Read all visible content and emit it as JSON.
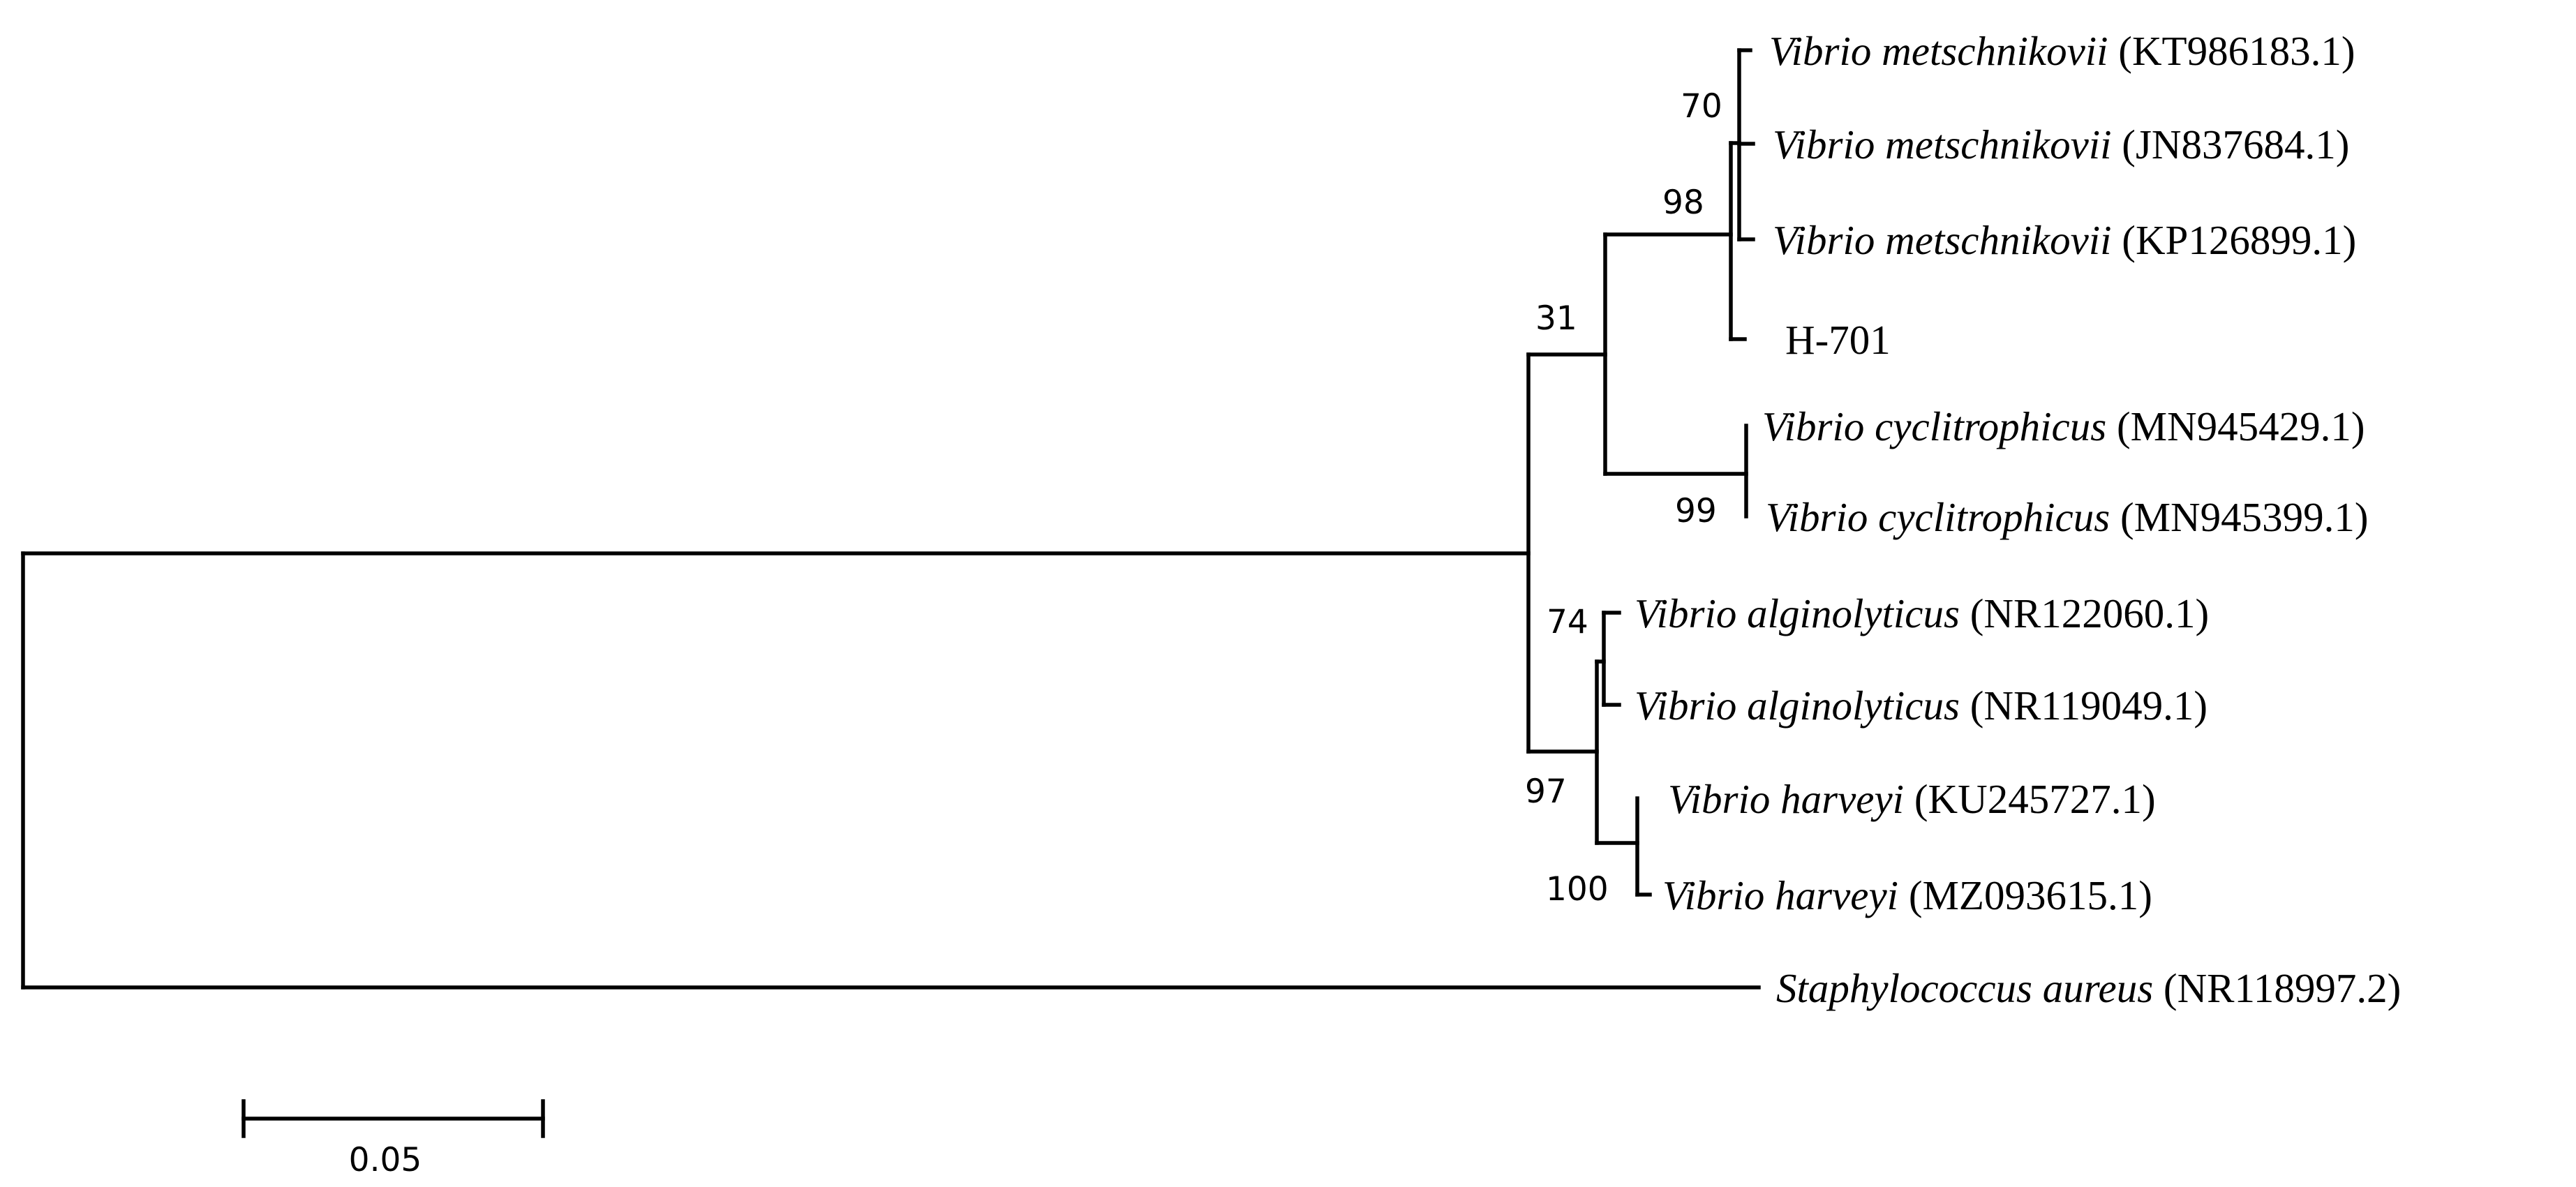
{
  "tree": {
    "leaves": [
      {
        "id": "vm1",
        "species": "Vibrio metschnikovii",
        "accession": "(KT986183.1)"
      },
      {
        "id": "vm2",
        "species": "Vibrio metschnikovii",
        "accession": "(JN837684.1)"
      },
      {
        "id": "vm3",
        "species": "Vibrio metschnikovii",
        "accession": "(KP126899.1)"
      },
      {
        "id": "h701",
        "species": "",
        "accession": "H-701"
      },
      {
        "id": "vc1",
        "species": "Vibrio cyclitrophicus",
        "accession": "(MN945429.1)"
      },
      {
        "id": "vc2",
        "species": "Vibrio cyclitrophicus",
        "accession": "(MN945399.1)"
      },
      {
        "id": "va1",
        "species": "Vibrio alginolyticus",
        "accession": "(NR122060.1)"
      },
      {
        "id": "va2",
        "species": "Vibrio alginolyticus",
        "accession": "(NR119049.1)"
      },
      {
        "id": "vh1",
        "species": "Vibrio harveyi",
        "accession": "(KU245727.1)"
      },
      {
        "id": "vh2",
        "species": "Vibrio harveyi",
        "accession": "(MZ093615.1)"
      },
      {
        "id": "sa",
        "species": "Staphylococcus aureus",
        "accession": "(NR118997.2)"
      }
    ],
    "bootstrap": [
      {
        "node": "vm1-vm2",
        "value": "70"
      },
      {
        "node": "metschnikovii-clade",
        "value": "98"
      },
      {
        "node": "metsch-cyclitrophicus",
        "value": "31"
      },
      {
        "node": "cyclitrophicus-clade",
        "value": "99"
      },
      {
        "node": "alginolyticus-clade",
        "value": "74"
      },
      {
        "node": "alg-harveyi",
        "value": "97"
      },
      {
        "node": "harveyi-clade",
        "value": "100"
      }
    ]
  },
  "scale_bar": {
    "label": "0.05",
    "length": 0.05
  }
}
